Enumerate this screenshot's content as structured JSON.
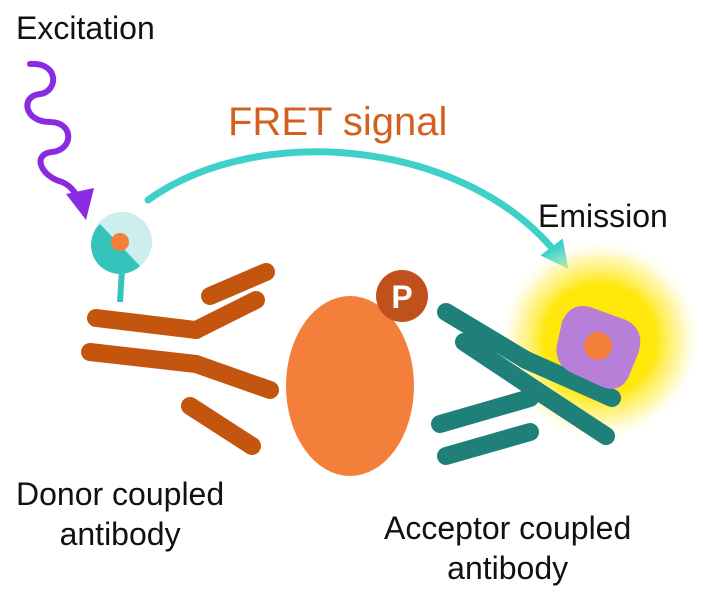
{
  "labels": {
    "excitation": "Excitation",
    "fret_signal": "FRET signal",
    "emission": "Emission",
    "donor_line1": "Donor coupled",
    "donor_line2": "antibody",
    "acceptor_line1": "Acceptor coupled",
    "acceptor_line2": "antibody",
    "phospho": "P"
  },
  "colors": {
    "excitation_wave": "#8a2be2",
    "fret_arrow": "#3fd1c9",
    "fret_text": "#d2611f",
    "donor_antibody": "#c4550f",
    "acceptor_antibody": "#1e8079",
    "target_protein": "#f47f3a",
    "phospho_badge": "#c0501c",
    "emission_glow": "#ffe600",
    "acceptor_fluor": "#b77fd8",
    "fluor_core": "#f47f3a",
    "donor_fluor_outer": "#cceeed",
    "donor_fluor_inner": "#36c3bc"
  }
}
